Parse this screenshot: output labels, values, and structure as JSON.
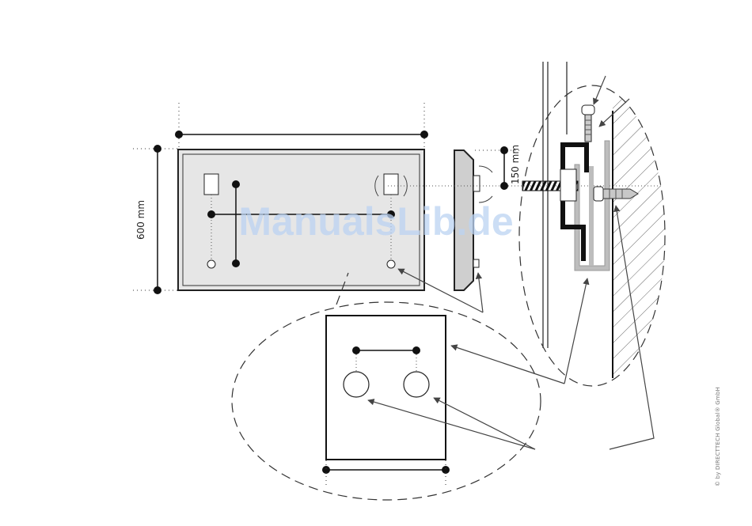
{
  "dimensions": {
    "height_label": "600 mm",
    "offset_label": "150 mm"
  },
  "watermark": "ManualsLib.de",
  "copyright": "© by DIRECTTECH Global® GmbH",
  "colors": {
    "line": "#222222",
    "panel_fill": "#e8e8e8",
    "bracket_gray": "#bdbdbd",
    "screw_gray": "#c8c8c8"
  }
}
